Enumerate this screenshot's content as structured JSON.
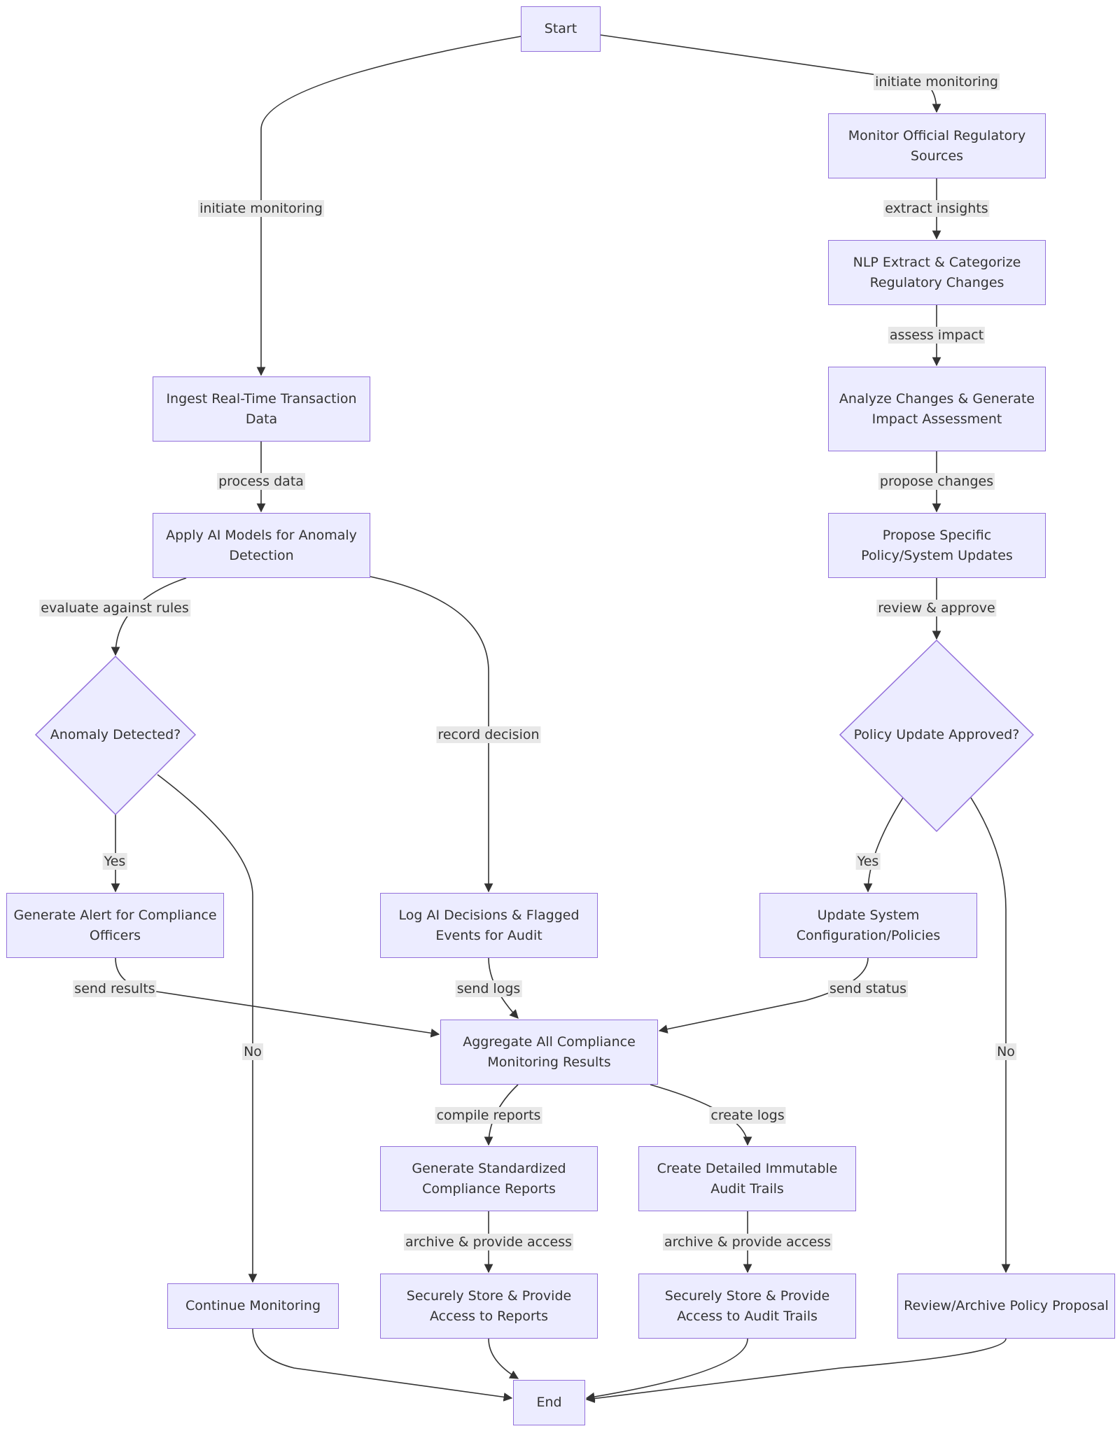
{
  "nodes": {
    "start": "Start",
    "monitor_sources": "Monitor Official Regulatory Sources",
    "nlp_extract": "NLP Extract & Categorize Regulatory Changes",
    "analyze_changes": "Analyze Changes & Generate Impact Assessment",
    "propose_updates": "Propose Specific Policy/System Updates",
    "policy_approved": "Policy Update Approved?",
    "update_config": "Update System Configuration/Policies",
    "review_archive": "Review/Archive Policy Proposal",
    "ingest_data": "Ingest Real-Time Transaction Data",
    "apply_ai": "Apply AI Models for Anomaly Detection",
    "anomaly_detected": "Anomaly Detected?",
    "generate_alert": "Generate Alert for Compliance Officers",
    "continue_monitoring": "Continue Monitoring",
    "log_decisions": "Log AI Decisions & Flagged Events for Audit",
    "aggregate": "Aggregate All Compliance Monitoring Results",
    "generate_reports": "Generate Standardized Compliance Reports",
    "create_trails": "Create Detailed Immutable Audit Trails",
    "store_reports": "Securely Store & Provide Access to Reports",
    "store_trails": "Securely Store & Provide Access to Audit Trails",
    "end": "End"
  },
  "edge_labels": {
    "start_to_ingest": "initiate monitoring",
    "start_to_monitor": "initiate monitoring",
    "monitor_to_nlp": "extract insights",
    "nlp_to_analyze": "assess impact",
    "analyze_to_propose": "propose changes",
    "propose_to_decision": "review & approve",
    "policy_yes": "Yes",
    "policy_no": "No",
    "ingest_to_apply": "process data",
    "apply_to_decision": "evaluate against rules",
    "apply_to_log": "record decision",
    "anomaly_yes": "Yes",
    "anomaly_no": "No",
    "alert_to_aggregate": "send results",
    "log_to_aggregate": "send logs",
    "update_to_aggregate": "send status",
    "aggregate_to_reports": "compile reports",
    "aggregate_to_trails": "create logs",
    "reports_to_store": "archive & provide access",
    "trails_to_store": "archive & provide access"
  },
  "colors": {
    "node_fill": "#ECECFF",
    "node_stroke": "#9370DB",
    "edge": "#333333",
    "label_bg": "#e8e8e8",
    "text": "#333333"
  }
}
